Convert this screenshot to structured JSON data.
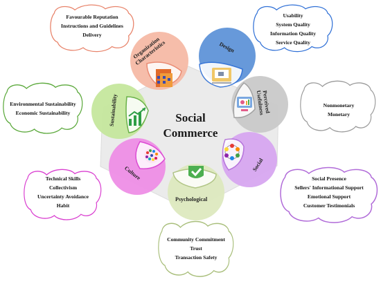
{
  "center": {
    "title_line1": "Social",
    "title_line2": "Commerce"
  },
  "dimensions": {
    "organization_line1": "Organization",
    "organization_line2": "Characteristics",
    "design": "Design",
    "perceived_line1": "Perceived",
    "perceived_line2": "Usefulness",
    "social": "Social",
    "psychological": "Psychological",
    "culture": "Culture",
    "sustainability": "Sustainability"
  },
  "clouds": {
    "organization": [
      "Favourable Reputation",
      "Instructions and Guidelines",
      "Delivery"
    ],
    "design": [
      "Usability",
      "System Quality",
      "Information Quality",
      "Service Quality"
    ],
    "perceived": [
      "Nonmonetary",
      "Monetary"
    ],
    "social": [
      "Social Presence",
      "Sellers' Informational Support",
      "Emotional Support",
      "Customer Testimonials"
    ],
    "psychological": [
      "Community Commitment",
      "Trust",
      "Transaction Safety"
    ],
    "culture": [
      "Technical Skills",
      "Collectivism",
      "Uncertainty Avoidance",
      "Habit"
    ],
    "sustainability": [
      "Environmental Sustainability",
      "Economic Sustainability"
    ]
  },
  "colors": {
    "organization": "#f5b9a5",
    "design": "#5f93d8",
    "perceived": "#c9c9c9",
    "social": "#d7a6f0",
    "psychological": "#dde9bf",
    "culture": "#ee8ee6",
    "sustainability": "#c5e79d",
    "pentagon": "#ebebeb"
  },
  "icons": {
    "organization": "building-icon",
    "design": "design-tools-icon",
    "perceived": "analytics-icon",
    "social": "people-network-icon",
    "psychological": "checkmark-icon",
    "culture": "culture-dots-icon",
    "sustainability": "growth-chart-icon"
  }
}
